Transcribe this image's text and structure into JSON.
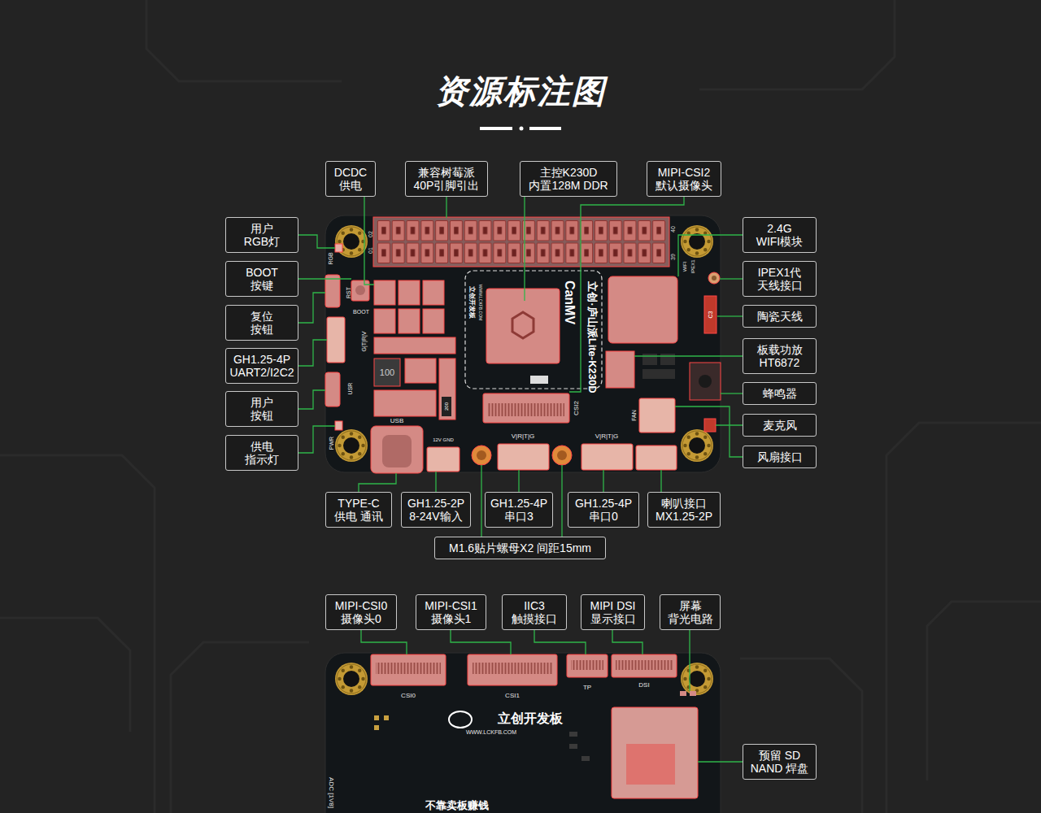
{
  "diagram": {
    "title": "资源标注图",
    "nodes": [
      {
        "text": [
          "DCDC 供电"
        ]
      },
      {
        "text": [
          "兼容树莓派 40P引脚引出"
        ]
      },
      {
        "text": [
          "主控K230D 内置128M DDR"
        ]
      },
      {
        "text": [
          "MIPI-CSI2 默认摄像头"
        ]
      },
      {
        "text": [
          "用户 RGB灯"
        ]
      },
      {
        "text": [
          "BOOT 按键"
        ]
      },
      {
        "text": [
          "复位 按钮"
        ]
      },
      {
        "text": [
          "GH1.25-4P UART2/I2C2"
        ]
      },
      {
        "text": [
          "用户 按钮"
        ]
      },
      {
        "text": [
          "供电 指示灯"
        ]
      },
      {
        "text": [
          "2.4G WIFI模块"
        ]
      },
      {
        "text": [
          "IPEX1代 天线接口"
        ]
      },
      {
        "text": [
          "陶瓷天线"
        ]
      },
      {
        "text": [
          "板载功放 HT6872"
        ]
      },
      {
        "text": [
          "蜂鸣器"
        ]
      },
      {
        "text": [
          "麦克风"
        ]
      },
      {
        "text": [
          "风扇接口"
        ]
      },
      {
        "text": [
          "TYPE-C 供电 通讯"
        ]
      },
      {
        "text": [
          "GH1.25-2P 8-24V输入"
        ]
      },
      {
        "text": [
          "GH1.25-4P 串口3"
        ]
      },
      {
        "text": [
          "GH1.25-4P 串口0"
        ]
      },
      {
        "text": [
          "喇叭接口 MX1.25-2P"
        ]
      },
      {
        "text": [
          "M1.6贴片螺母X2 间距15mm"
        ]
      },
      {
        "text": [
          "MIPI-CSI0 摄像头0"
        ]
      },
      {
        "text": [
          "MIPI-CSI1 摄像头1"
        ]
      },
      {
        "text": [
          "IIC3 触摸接口"
        ]
      },
      {
        "text": [
          "MIPI DSI 显示接口"
        ]
      },
      {
        "text": [
          "屏幕 背光电路"
        ]
      },
      {
        "text": [
          "预留 SD NAND 焊盘"
        ]
      }
    ],
    "labels": [
      "01",
      "02",
      "39",
      "40",
      "RGB",
      "RST",
      "BOOT",
      "G|T|R|V",
      "USR",
      "PWR",
      "USB",
      "12V GND",
      "100",
      "200",
      "立创开发板",
      "WWW.LCKFB.COM",
      "CanMV",
      "立创·庐山派Lite-K230D",
      "WIFI",
      "IPEX1",
      "C3",
      "FAN",
      "V|R|T|G",
      "V|R|T|G",
      "CSI2",
      "CSI0",
      "CSI1",
      "TP",
      "DSI",
      "立创开发板",
      "WWW.LCKFB.COM",
      "不靠卖板赚钱",
      "ADC [1V8]"
    ]
  }
}
